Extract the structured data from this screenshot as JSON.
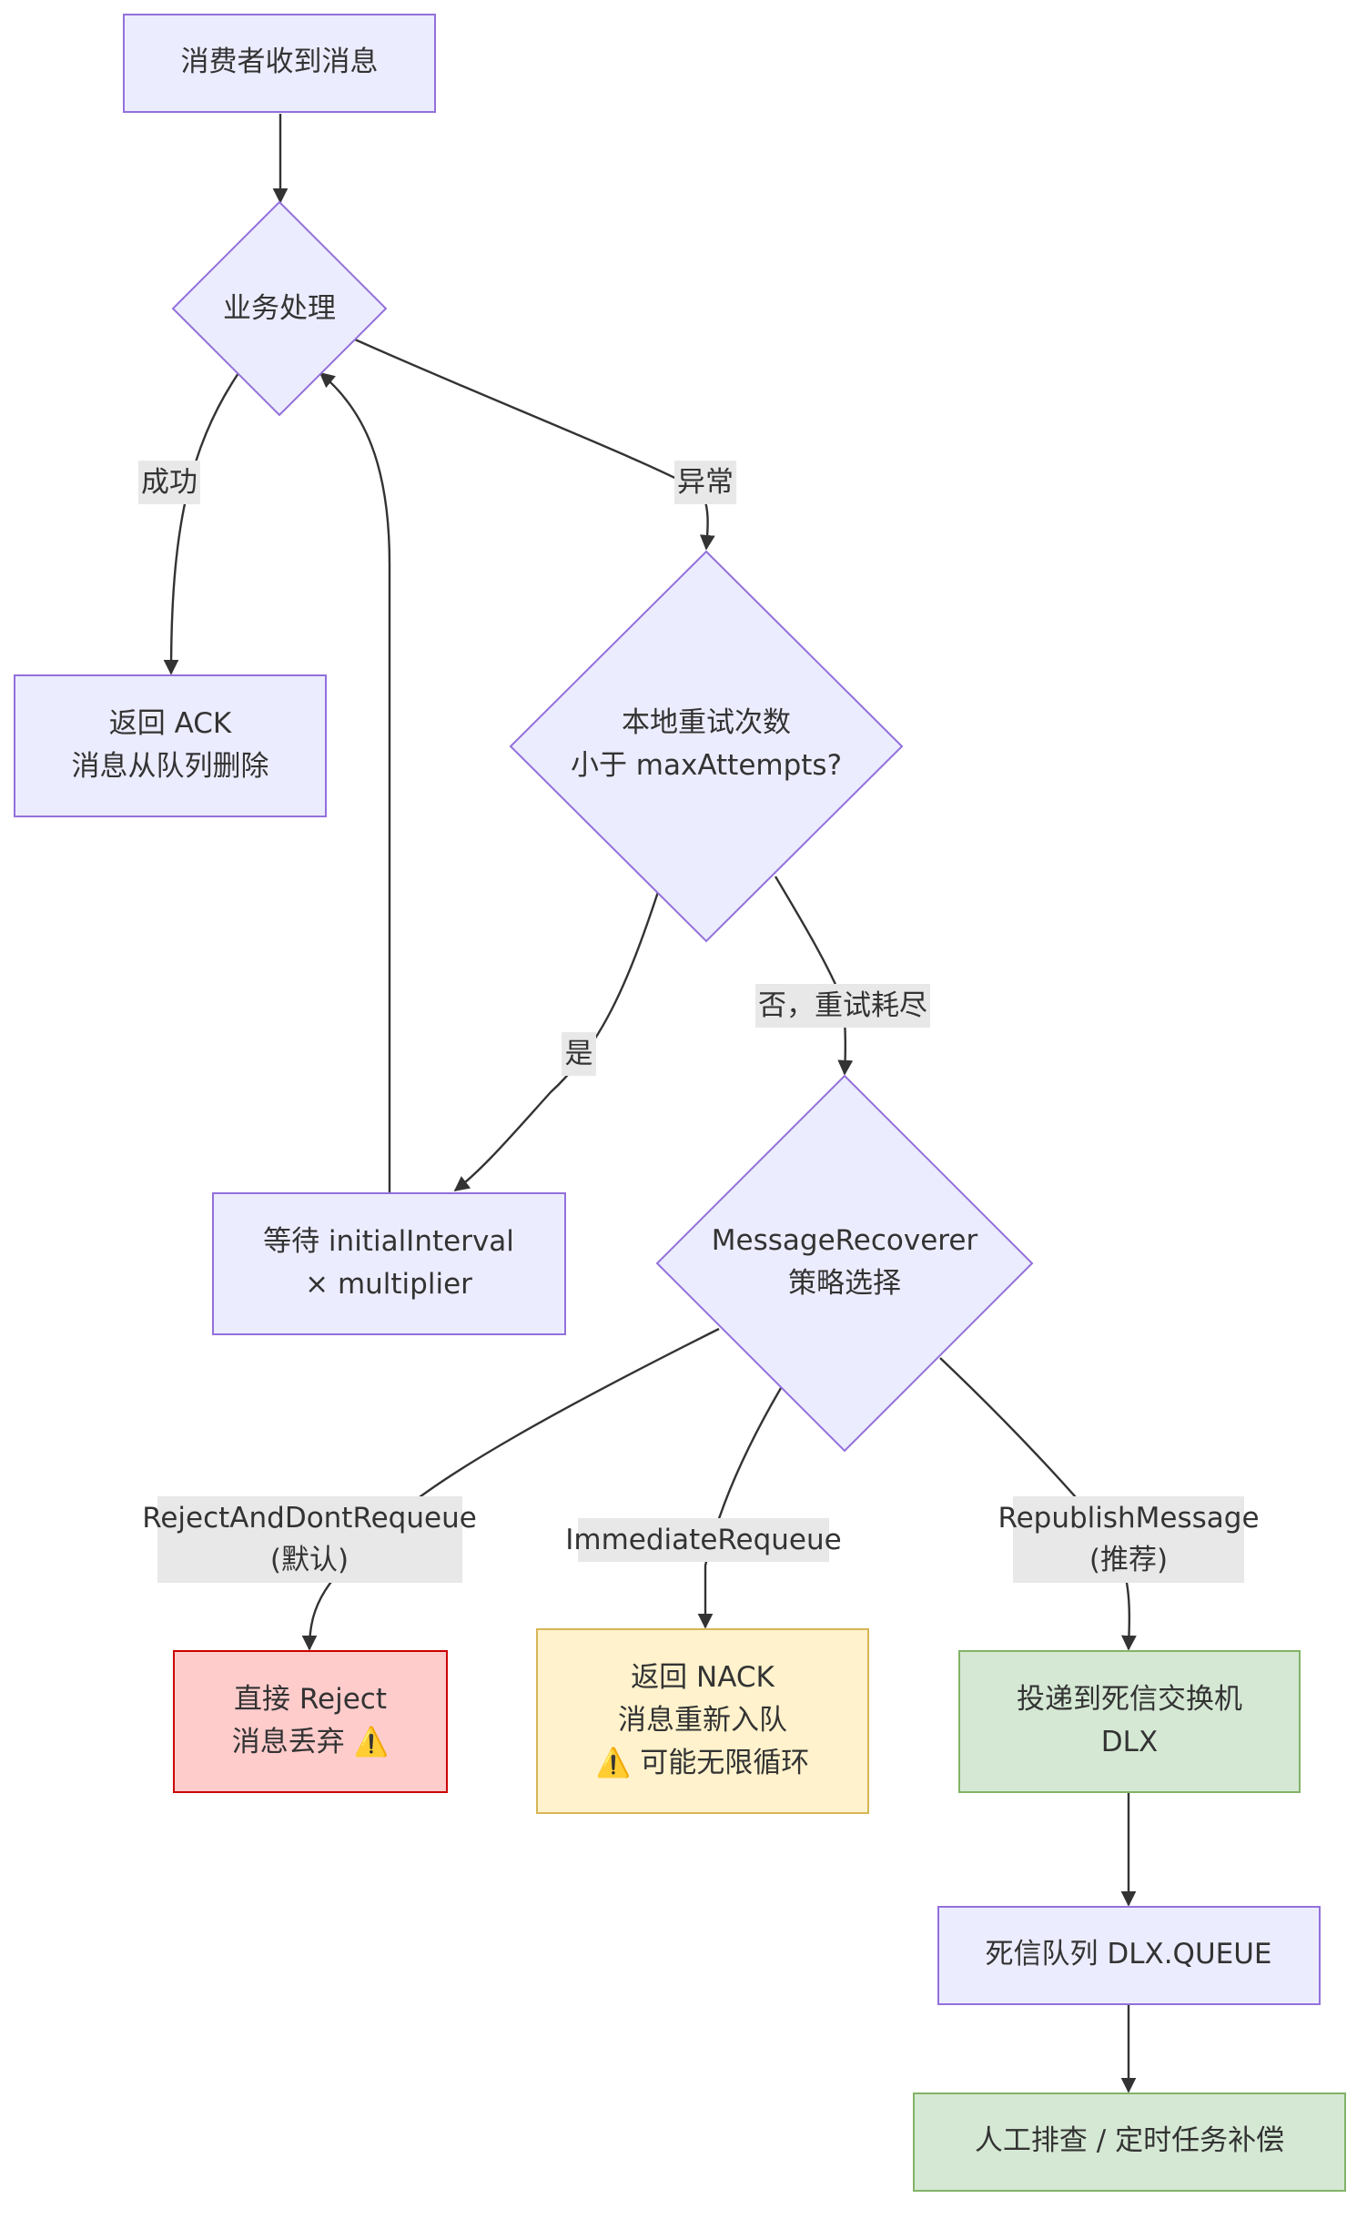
{
  "nodes": {
    "receive": {
      "lines": [
        "消费者收到消息"
      ]
    },
    "process": {
      "lines": [
        "业务处理"
      ]
    },
    "ack": {
      "lines": [
        "返回 ACK",
        "消息从队列删除"
      ]
    },
    "check_retry": {
      "lines": [
        "本地重试次数",
        "小于 maxAttempts?"
      ]
    },
    "wait": {
      "lines": [
        "等待 initialInterval",
        "× multiplier"
      ]
    },
    "recoverer": {
      "lines": [
        "MessageRecoverer",
        "策略选择"
      ]
    },
    "reject": {
      "lines": [
        "直接 Reject",
        "消息丢弃 ⚠️"
      ]
    },
    "nack": {
      "lines": [
        "返回 NACK",
        "消息重新入队",
        "⚠️ 可能无限循环"
      ]
    },
    "dlx": {
      "lines": [
        "投递到死信交换机",
        "DLX"
      ]
    },
    "dlq": {
      "lines": [
        "死信队列 DLX.QUEUE"
      ]
    },
    "manual": {
      "lines": [
        "人工排查 / 定时任务补偿"
      ]
    }
  },
  "edges": {
    "success": {
      "lines": [
        "成功"
      ]
    },
    "exception": {
      "lines": [
        "异常"
      ]
    },
    "yes": {
      "lines": [
        "是"
      ]
    },
    "no_exhausted": {
      "lines": [
        "否，重试耗尽"
      ]
    },
    "reject_default": {
      "lines": [
        "RejectAndDontRequeue",
        "(默认)"
      ]
    },
    "immediate": {
      "lines": [
        "ImmediateRequeue"
      ]
    },
    "republish": {
      "lines": [
        "RepublishMessage",
        "(推荐)"
      ]
    }
  },
  "colors": {
    "default_fill": "#ECECFF",
    "default_stroke": "#9370DB",
    "danger_fill": "#FFCCCC",
    "danger_stroke": "#CC0000",
    "warn_fill": "#FFF2CC",
    "warn_stroke": "#D6B656",
    "ok_fill": "#D5E8D4",
    "ok_stroke": "#82B366",
    "edge": "#333333",
    "label_bg": "#E8E8E8"
  }
}
